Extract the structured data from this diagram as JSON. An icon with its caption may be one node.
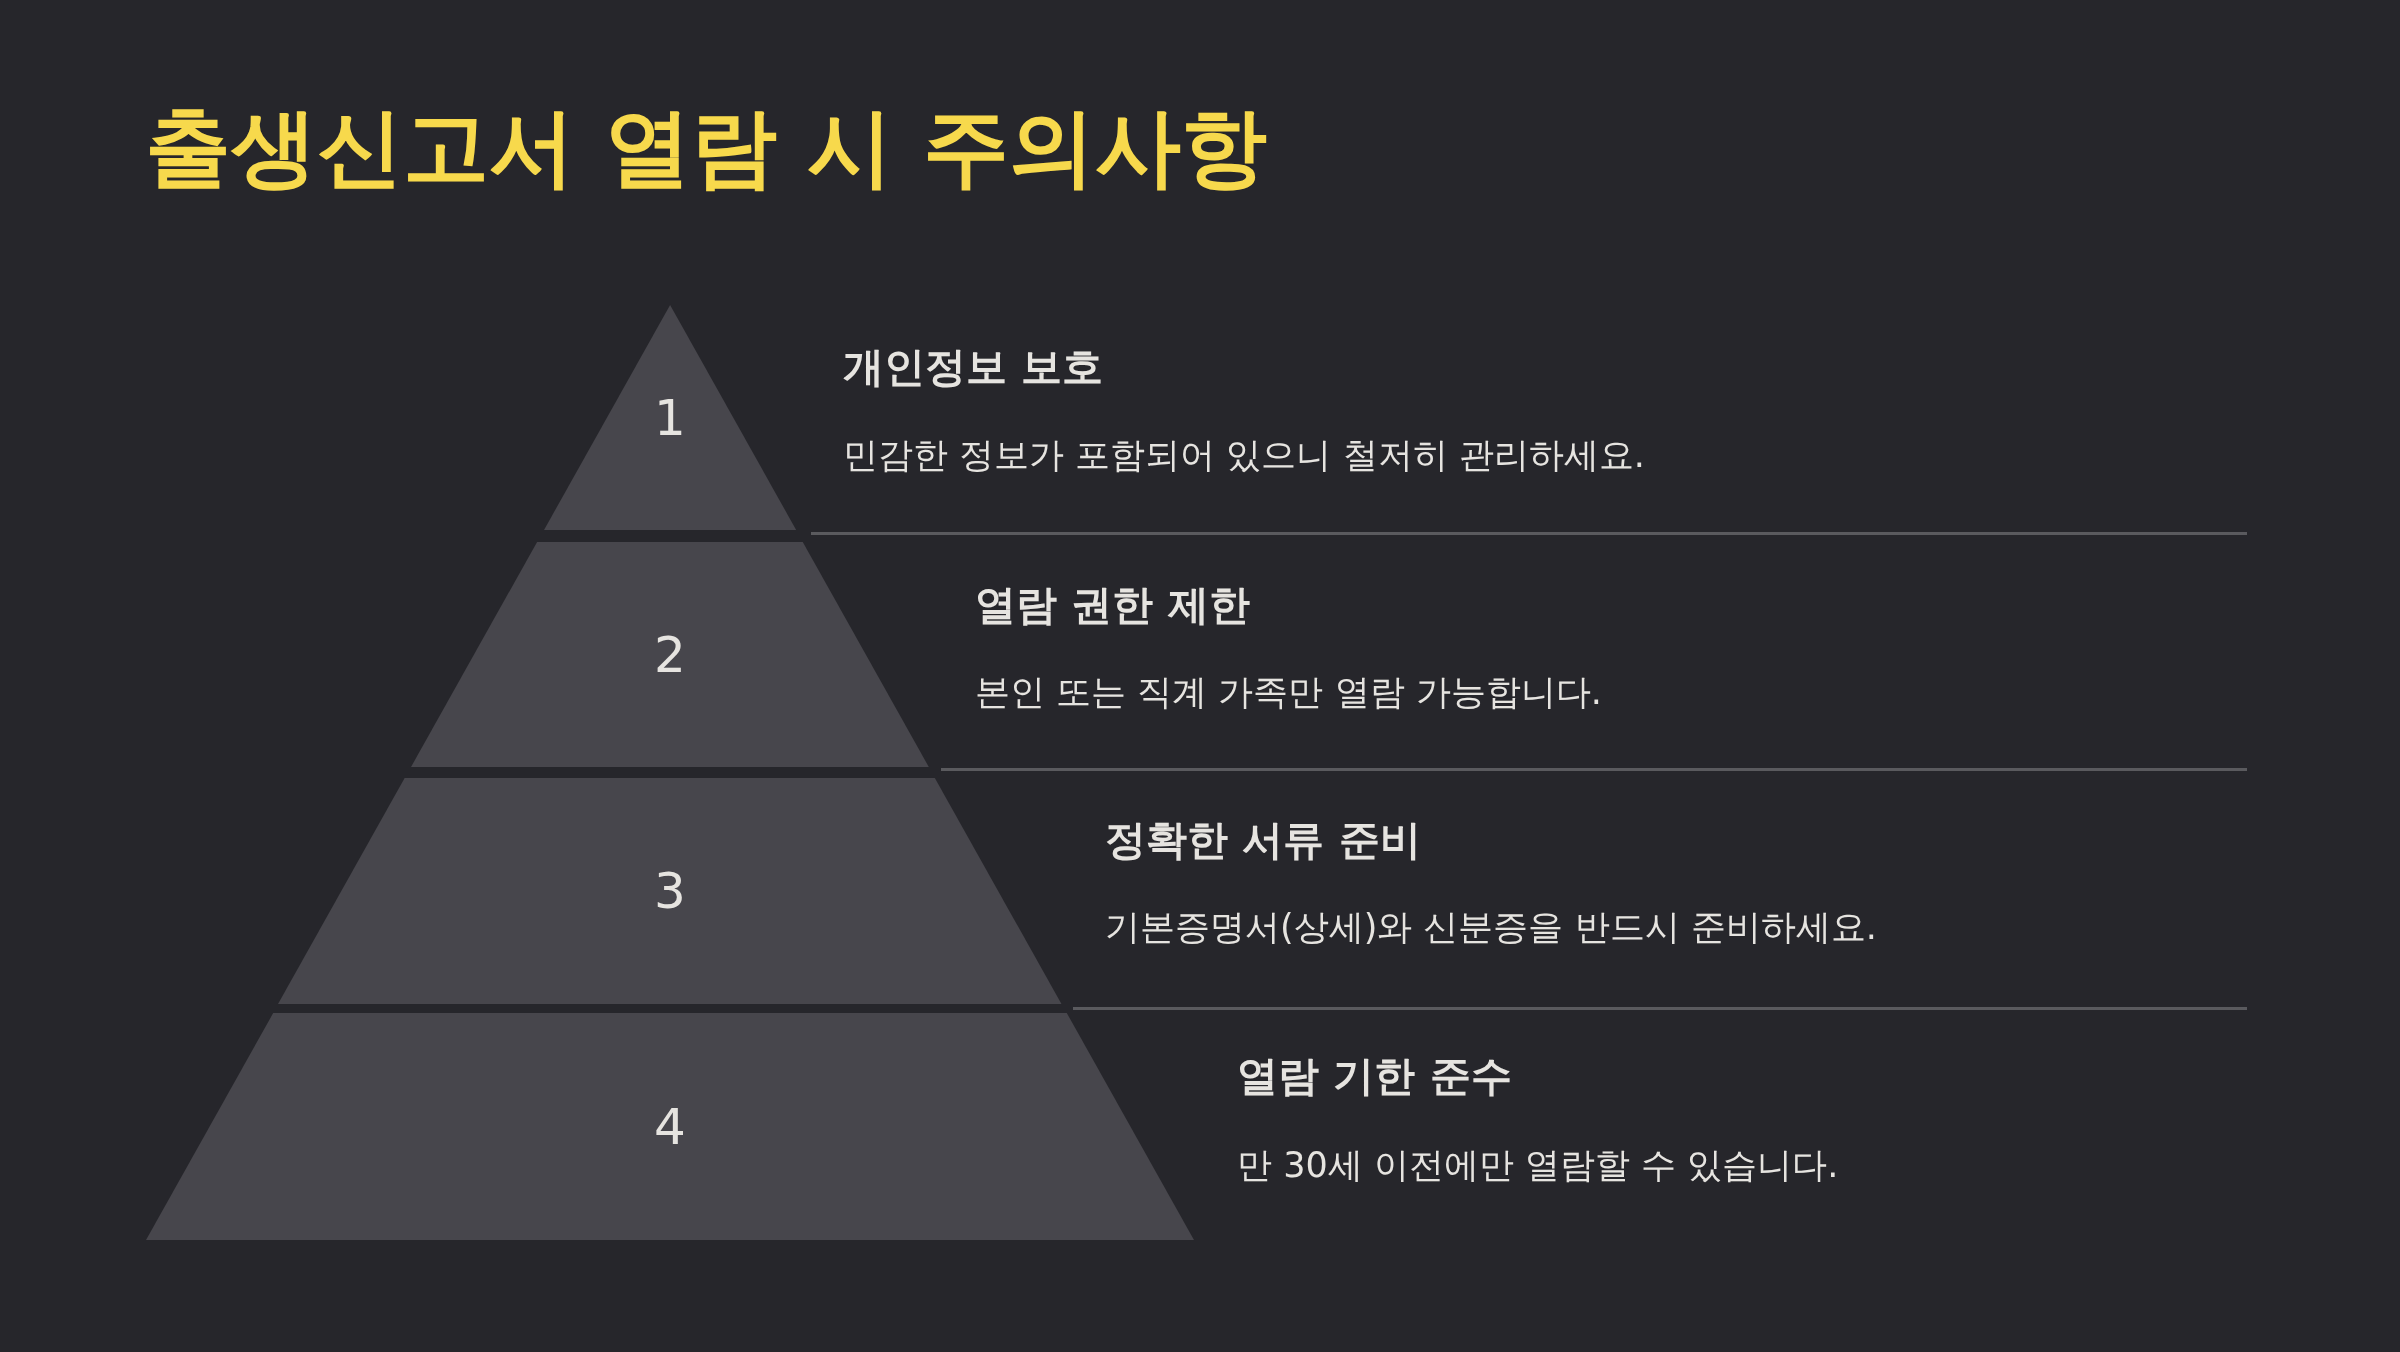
{
  "diagram": {
    "title": "출생신고서 열람 시 주의사항",
    "nodes": [
      {
        "text": [
          "1"
        ],
        "beside": [
          "개인정보 보호",
          "민감한 정보가 포함되어 있으니 철저히 관리하세요."
        ]
      },
      {
        "text": [
          "2"
        ],
        "beside": [
          "열람 권한 제한",
          "본인 또는 직계 가족만 열람 가능합니다."
        ]
      },
      {
        "text": [
          "3"
        ],
        "beside": [
          "정확한 서류 준비",
          "기본증명서(상세)와 신분증을 반드시 준비하세요."
        ]
      },
      {
        "text": [
          "4"
        ],
        "beside": [
          "열람 기한 준수",
          "만 30세 이전에만 열람할 수 있습니다."
        ]
      }
    ]
  }
}
